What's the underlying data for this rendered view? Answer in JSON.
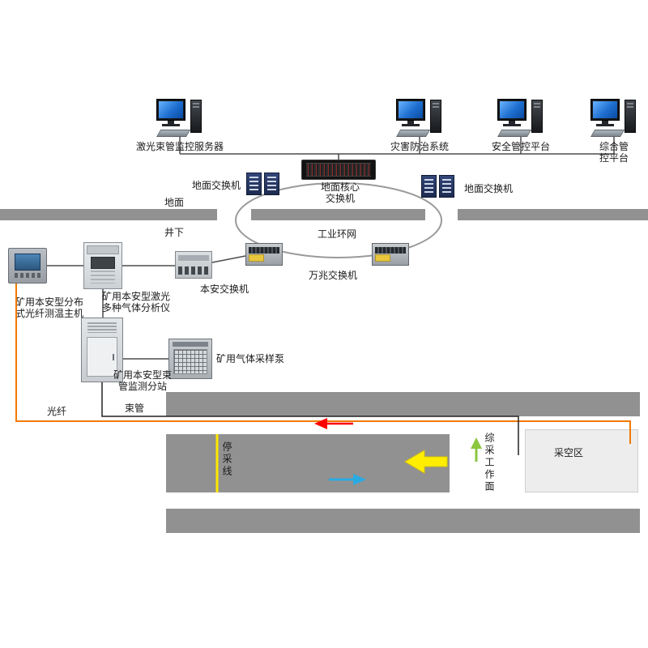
{
  "top": {
    "computers": [
      {
        "label": "激光束管监控服务器"
      },
      {
        "label": "灾害防治系统"
      },
      {
        "label": "安全管控平台"
      },
      {
        "label": "综合管控平台"
      }
    ],
    "core_switch_label": "地面核心\n交换机",
    "ground_switch_left_label": "地面交换机",
    "ground_switch_right_label": "地面交换机"
  },
  "ring": {
    "surface_label": "地面",
    "underground_label": "井下",
    "network_label": "工业环网",
    "ten_gig_switch_label": "万兆交换机"
  },
  "devices": {
    "fiber_temp_host_label": "矿用本安型分布\n式光纤测温主机",
    "gas_analyzer_label": "矿用本安型激光\n多种气体分析仪",
    "is_switch_label": "本安交换机",
    "beam_tube_station_label": "矿用本安型束\n管监测分站",
    "sampling_pump_label": "矿用气体采样泵"
  },
  "mine": {
    "fiber_label": "光纤",
    "beam_tube_label": "束管",
    "stop_line_label": "停采线",
    "working_face_label": "综采工作面",
    "goaf_label": "采空区"
  },
  "colors": {
    "fiber_line": "#F07900",
    "beam_tube_line": "#222222",
    "return_air_arrow": "#FF0000",
    "face_advance_arrow": "#FFEE00",
    "intake_air_arrow": "#29ABE2",
    "working_face_arrow": "#8CC63F",
    "stop_line": "#FFE800",
    "tunnel_gray": "#919191",
    "monitor_screen_blue": "#2F7BD6"
  }
}
